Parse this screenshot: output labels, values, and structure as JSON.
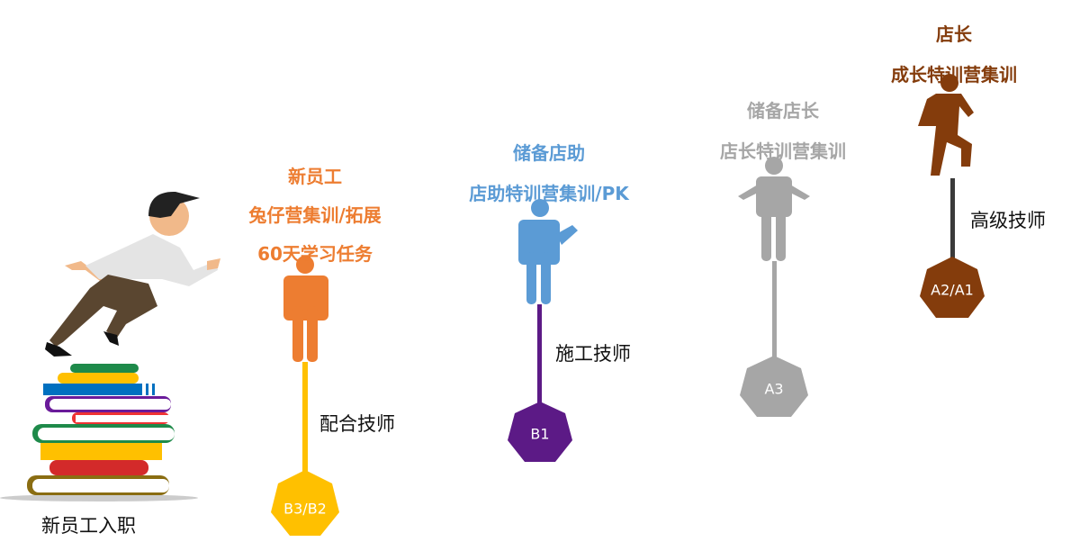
{
  "colors": {
    "orange": "#ED7D31",
    "yellow": "#FFC000",
    "blue": "#5B9BD5",
    "purple": "#5C1A86",
    "gray": "#A6A6A6",
    "brown": "#843C0C"
  },
  "start": {
    "label": "新员工入职"
  },
  "stages": [
    {
      "title_lines": [
        "新员工",
        "兔仔营集训/拓展",
        "60天学习任务"
      ],
      "role": "配合技师",
      "level": "B3/B2"
    },
    {
      "title_lines": [
        "储备店助",
        "店助特训营集训/PK"
      ],
      "role": "施工技师",
      "level": "B1"
    },
    {
      "title_lines": [
        "储备店长",
        "店长特训营集训"
      ],
      "role": "",
      "level": "A3"
    },
    {
      "title_lines": [
        "店长",
        "成长特训营集训"
      ],
      "role": "高级技师",
      "level": "A2/A1"
    }
  ]
}
